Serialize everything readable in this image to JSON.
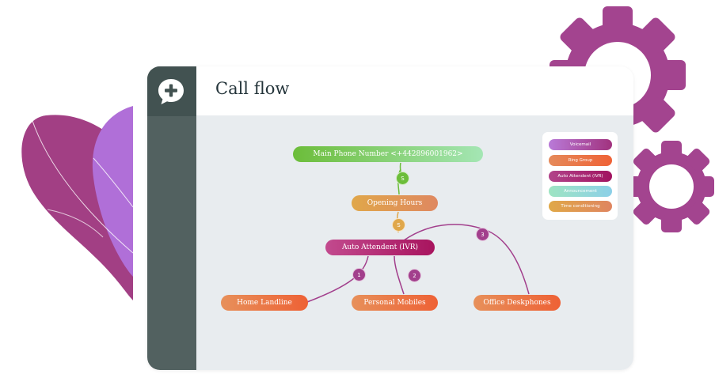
{
  "app": {
    "title": "Call flow"
  },
  "colors": {
    "main_number": [
      "#6cbd3a",
      "#a4e6b4"
    ],
    "opening_hours": [
      "#e0a74a",
      "#df8860"
    ],
    "ivr": [
      "#c24a8e",
      "#a8145e"
    ],
    "ring_group": [
      "#e7905a",
      "#ee6135"
    ],
    "connector": "#a23f8c",
    "gear": "#a3448f",
    "sidebar": "#526160",
    "canvas": "#e8ecef"
  },
  "flow": {
    "nodes": {
      "main_number": "Main Phone Number <+442896001962>",
      "opening_hours": "Opening Hours",
      "auto_attendant": "Auto Attendent (IVR)",
      "home_landline": "Home Landline",
      "personal_mobiles": "Personal Mobiles",
      "office_deskphones": "Office Deskphones"
    },
    "badges": {
      "main_to_hours": "S",
      "hours_to_ivr": "S",
      "option_1": "1",
      "option_2": "2",
      "option_3": "3"
    }
  },
  "legend": {
    "items": [
      {
        "label": "Voicemail",
        "colors": [
          "#b97ad8",
          "#a1327e"
        ]
      },
      {
        "label": "Ring Group",
        "colors": [
          "#e58a5a",
          "#ef6236"
        ]
      },
      {
        "label": "Auto Attendent (IVR)",
        "colors": [
          "#b1448a",
          "#a11360"
        ]
      },
      {
        "label": "Announcement",
        "colors": [
          "#9ee4c2",
          "#8cd0e8"
        ]
      },
      {
        "label": "Time conditioning",
        "colors": [
          "#e0a848",
          "#df8560"
        ]
      }
    ]
  }
}
